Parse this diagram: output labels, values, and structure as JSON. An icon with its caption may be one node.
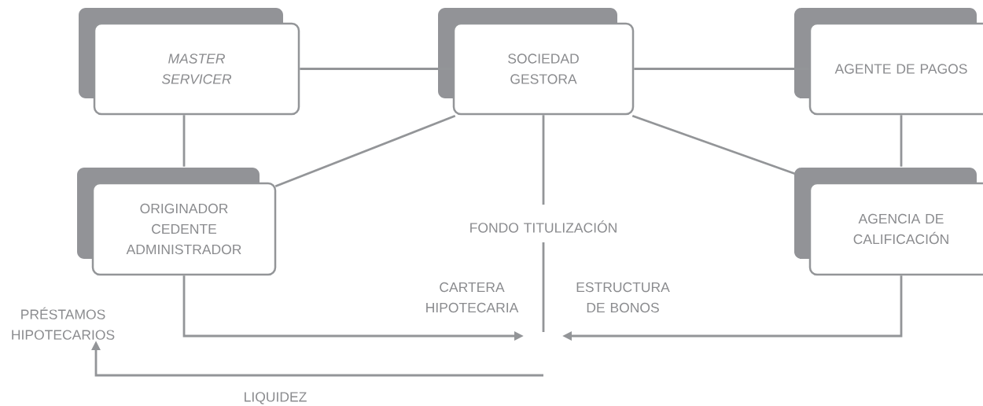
{
  "diagram": {
    "nodes": [
      {
        "text": [
          "MASTER SERVICER"
        ]
      },
      {
        "text": [
          "SOCIEDAD GESTORA"
        ]
      },
      {
        "text": [
          "AGENTE DE PAGOS"
        ]
      },
      {
        "text": [
          "ORIGINADOR CEDENTE ADMINISTRADOR"
        ]
      },
      {
        "text": [
          "FONDO TITULIZACIÓN"
        ]
      },
      {
        "text": [
          "AGENCIA DE CALIFICACIÓN"
        ]
      },
      {
        "text": [
          "PRÉSTAMOS HIPOTECARIOS"
        ]
      }
    ],
    "edges": [
      {
        "from": 0,
        "to": 1,
        "arrow": "none"
      },
      {
        "from": 1,
        "to": 2,
        "arrow": "none"
      },
      {
        "from": 0,
        "to": 3,
        "arrow": "none"
      },
      {
        "from": 1,
        "to": 3,
        "arrow": "none"
      },
      {
        "from": 1,
        "to": 5,
        "arrow": "none"
      },
      {
        "from": 2,
        "to": 5,
        "arrow": "none"
      },
      {
        "from": 1,
        "to": 4,
        "arrow": "none"
      },
      {
        "from": 3,
        "to": 4,
        "arrow": "to",
        "label": "CARTERA HIPOTECARIA"
      },
      {
        "from": 5,
        "to": 4,
        "arrow": "to",
        "label": "ESTRUCTURA DE BONOS"
      },
      {
        "from": 4,
        "to": 6,
        "arrow": "to",
        "label": "LIQUIDEZ"
      }
    ]
  }
}
